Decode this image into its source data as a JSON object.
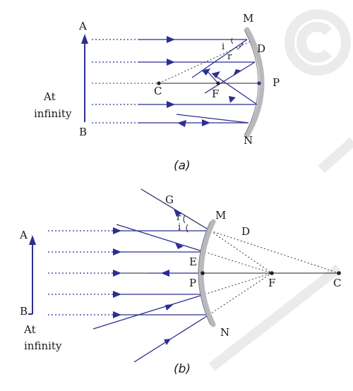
{
  "panel_a": {
    "caption": "(a)",
    "labels": {
      "A": "A",
      "B": "B",
      "at": "At",
      "infinity": "infinity",
      "M": "M",
      "N": "N",
      "D": "D",
      "P": "P",
      "C": "C",
      "F": "F",
      "i": "i",
      "r": "r"
    }
  },
  "panel_b": {
    "caption": "(b)",
    "labels": {
      "A": "A",
      "B": "B",
      "at": "At",
      "infinity": "infinity",
      "G": "G",
      "M": "M",
      "N": "N",
      "D": "D",
      "E": "E",
      "P": "P",
      "F": "F",
      "C": "C",
      "r": "r",
      "i": "i"
    }
  },
  "colors": {
    "ray": "#2b2f8f",
    "mirror": "#b9b9bd"
  }
}
